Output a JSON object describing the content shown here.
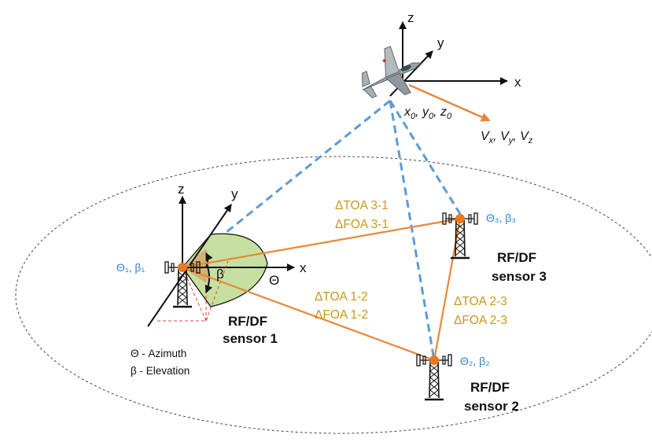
{
  "colors": {
    "link_line": "#E8873A",
    "sight_line": "#5B9BD5",
    "sector_fill": "#C6E0A0",
    "node": "#E87722",
    "angle_label": "#2E86C1",
    "measure_label": "#C9971C"
  },
  "aircraft": {
    "axes": {
      "x": "x",
      "y": "y",
      "z": "z"
    },
    "position_label": {
      "x": "x",
      "y": "y",
      "z": "z",
      "sub": "0",
      "sep": ", "
    },
    "velocity_label": {
      "v": "V",
      "x": "x",
      "y": "y",
      "z": "z",
      "sep": ", "
    }
  },
  "sensor1": {
    "axes": {
      "x": "x",
      "y": "y",
      "z": "z"
    },
    "angle_label": "Θ₁, β₁",
    "theta_symbol": "Θ",
    "beta_symbol": "β",
    "name_line1": "RF/DF",
    "name_line2": "sensor 1"
  },
  "sensor2": {
    "angle_label": "Θ₂, β₂",
    "name_line1": "RF/DF",
    "name_line2": "sensor 2"
  },
  "sensor3": {
    "angle_label": "Θ₃, β₃",
    "name_line1": "RF/DF",
    "name_line2": "sensor 3"
  },
  "links": {
    "l31_toa": "ΔTOA 3-1",
    "l31_foa": "ΔFOA 3-1",
    "l12_toa": "ΔTOA 1-2",
    "l12_foa": "ΔFOA 1-2",
    "l23_toa": "ΔTOA 2-3",
    "l23_foa": "ΔFOA 2-3"
  },
  "legend": {
    "azimuth": "Θ - Azimuth",
    "elevation": "β - Elevation"
  }
}
